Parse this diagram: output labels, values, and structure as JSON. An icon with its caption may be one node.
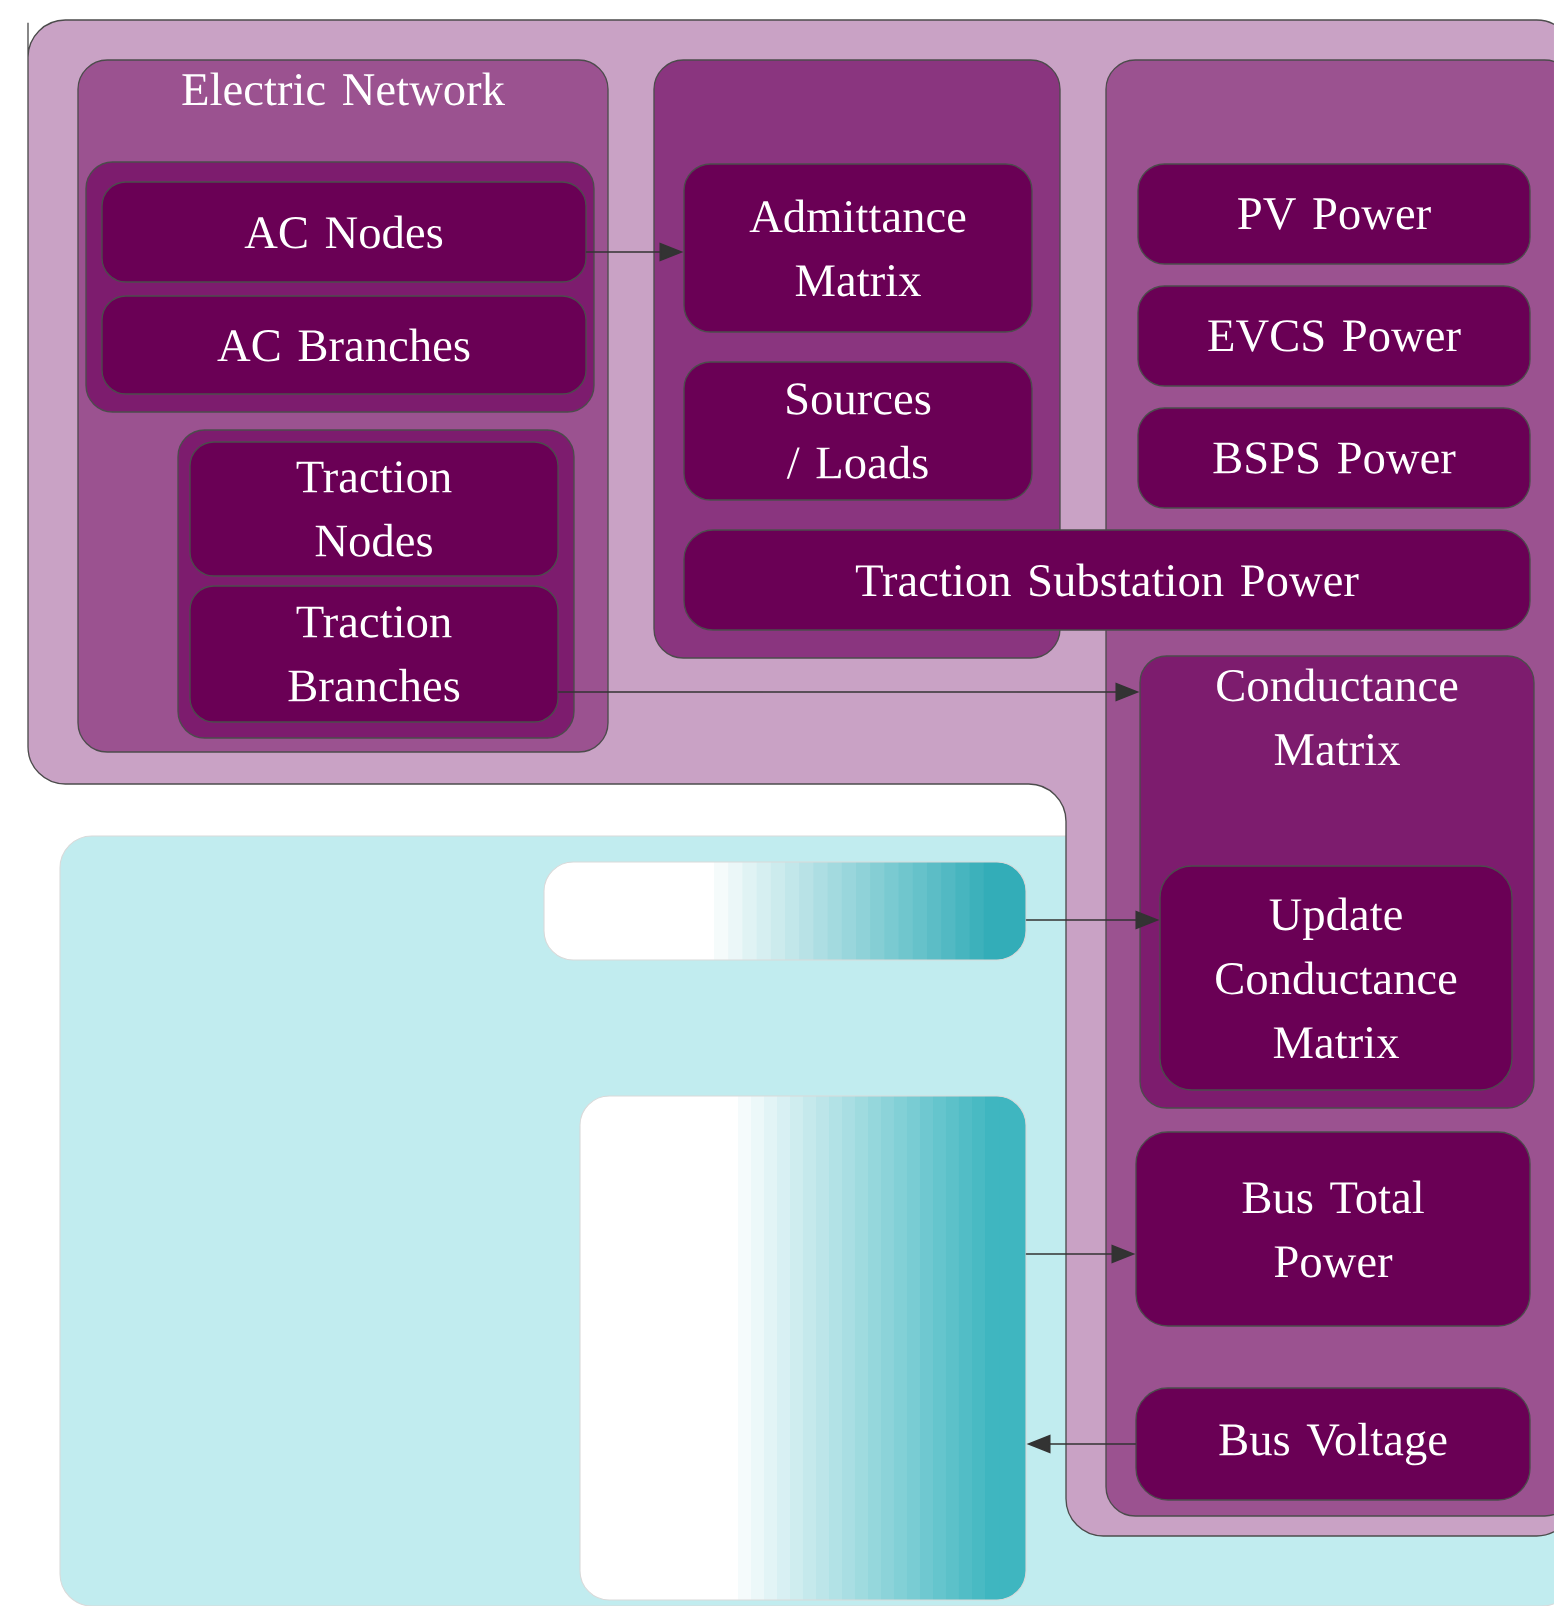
{
  "diagram": {
    "nodes": [
      {
        "text": [],
        "shape": "box"
      },
      {
        "text": [
          "Electric Network"
        ],
        "in": 0
      },
      {
        "text": [],
        "shape": "box",
        "in": 1
      },
      {
        "text": [
          "AC Nodes"
        ],
        "in": 2
      },
      {
        "text": [
          "AC Branches"
        ],
        "in": 2
      },
      {
        "text": [],
        "shape": "box",
        "in": 1
      },
      {
        "text": [
          "Traction Nodes"
        ],
        "in": 5
      },
      {
        "text": [
          "Traction Branches"
        ],
        "in": 5
      },
      {
        "text": [],
        "shape": "box",
        "in": 0
      },
      {
        "text": [
          "Admittance Matrix"
        ],
        "in": 8
      },
      {
        "text": [
          "Sources / Loads"
        ],
        "in": 8
      },
      {
        "text": [],
        "shape": "box",
        "in": 0
      },
      {
        "text": [
          "PV Power"
        ],
        "in": 11
      },
      {
        "text": [
          "EVCS Power"
        ],
        "in": 11
      },
      {
        "text": [
          "BSPS Power"
        ],
        "in": 11
      },
      {
        "text": [
          "Traction Substation Power"
        ],
        "in": 0
      },
      {
        "text": [
          "Conductance Matrix"
        ],
        "in": 11
      },
      {
        "text": [
          "Update Conductance Matrix"
        ]
      },
      {
        "text": [
          "Bus Total Power"
        ]
      },
      {
        "text": [
          "Bus Voltage"
        ]
      },
      {
        "text": [],
        "shape": "box"
      },
      {
        "text": [],
        "shape": "box",
        "in": 20
      },
      {
        "text": [],
        "shape": "box",
        "in": 20
      }
    ],
    "edges": [
      {
        "from": 3,
        "to": 9,
        "arrow": "to"
      },
      {
        "from": 7,
        "to": 16,
        "arrow": "to"
      },
      {
        "from": 21,
        "to": 17,
        "arrow": "to"
      },
      {
        "from": 22,
        "to": 18,
        "arrow": "to"
      },
      {
        "from": 19,
        "to": 22,
        "arrow": "to"
      }
    ]
  }
}
